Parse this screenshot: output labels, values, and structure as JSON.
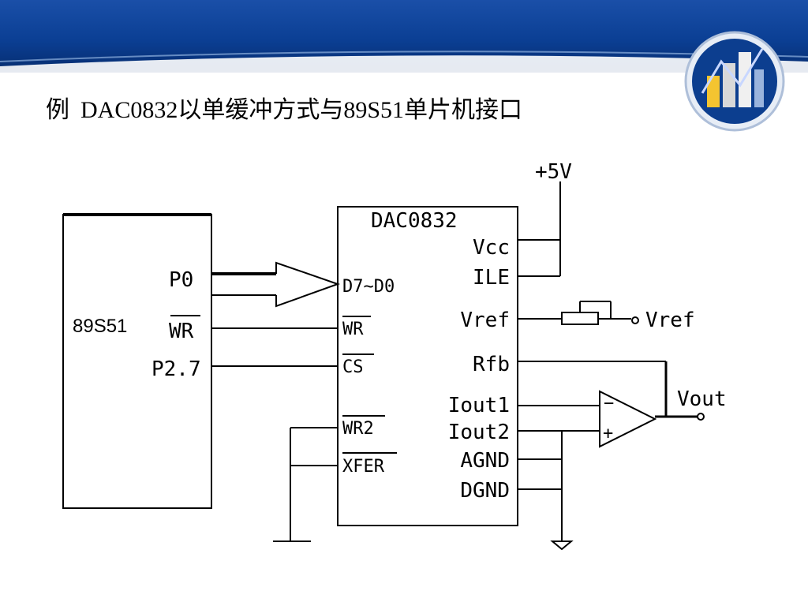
{
  "slide": {
    "title_prefix": "例",
    "title_text": "DAC0832以单缓冲方式与89S51单片机接口"
  },
  "theme": {
    "header_color": "#0b3f94",
    "header_highlight": "#2a67c4",
    "logo_ring": "#c9d6ea",
    "logo_bg": "#0c3e8f"
  },
  "diagram": {
    "mcu": {
      "name": "89S51",
      "pins": {
        "p0": "P0",
        "wr": "WR",
        "p27": "P2.7"
      }
    },
    "dac": {
      "name": "DAC0832",
      "left_pins": {
        "d": "D7~D0",
        "wr": "WR",
        "cs": "CS",
        "wr2": "WR2",
        "xfer": "XFER"
      },
      "right_pins": {
        "vcc": "Vcc",
        "ile": "ILE",
        "vref": "Vref",
        "rfb": "Rfb",
        "iout1": "Iout1",
        "iout2": "Iout2",
        "agnd": "AGND",
        "dgnd": "DGND"
      }
    },
    "supply": "+5V",
    "vref_ext": "Vref",
    "output": "Vout",
    "opamp": {
      "minus": "−",
      "plus": "+"
    }
  }
}
